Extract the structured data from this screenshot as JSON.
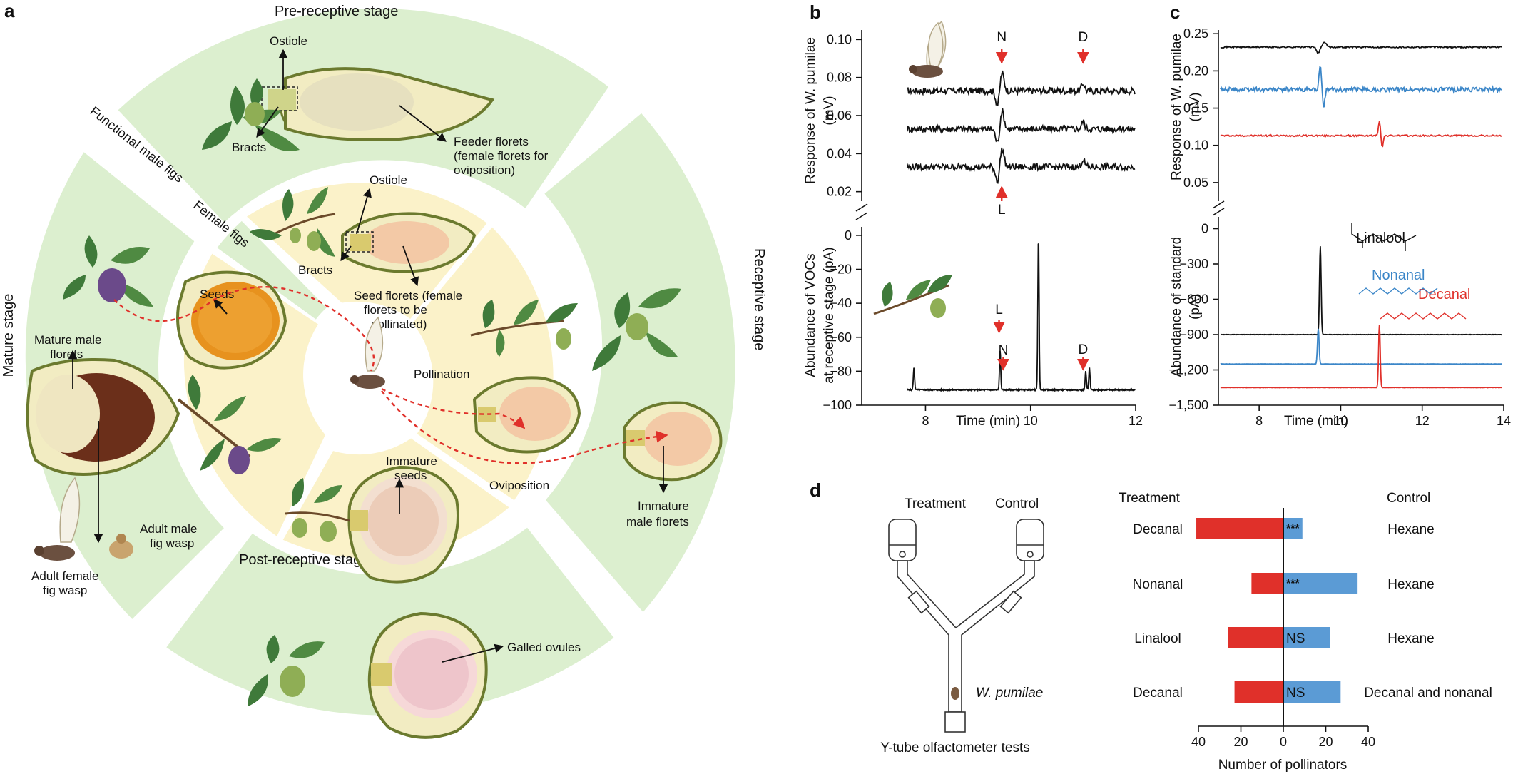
{
  "panel_a": {
    "letter": "a",
    "stages": {
      "pre_receptive": "Pre-receptive stage",
      "receptive": "Receptive stage",
      "post_receptive": "Post-receptive stage",
      "mature": "Mature stage"
    },
    "rings": {
      "functional_male": "Functional male figs",
      "female": "Female figs"
    },
    "labels": {
      "ostiole_top": "Ostiole",
      "bracts_top": "Bracts",
      "feeder_1": "Feeder florets",
      "feeder_2": "(female florets for",
      "feeder_3": "oviposition)",
      "ostiole_mid": "Ostiole",
      "bracts_mid": "Bracts",
      "seed_1": "Seed florets (female",
      "seed_2": "florets to be",
      "seed_3": "pollinated)",
      "seeds": "Seeds",
      "mature_male_1": "Mature male",
      "mature_male_2": "florets",
      "pollination": "Pollination",
      "oviposition": "Oviposition",
      "immature_seeds_1": "Immature",
      "immature_seeds_2": "seeds",
      "immature_male_1": "Immature",
      "immature_male_2": "male florets",
      "adult_male_1": "Adult male",
      "adult_male_2": "fig wasp",
      "adult_female_1": "Adult female",
      "adult_female_2": "fig wasp",
      "galled": "Galled ovules"
    }
  },
  "chart_data": [
    {
      "id": "b",
      "type": "line",
      "upper": {
        "ylabel_1": "Response of W. pumilae",
        "ylabel_2": "(mV)",
        "ylim": [
          0.015,
          0.105
        ],
        "yticks": [
          "0.02",
          "0.04",
          "0.06",
          "0.08",
          "0.10"
        ],
        "series_baselines_mV": [
          0.073,
          0.053,
          0.033
        ],
        "markers": [
          "N",
          "D",
          "L"
        ]
      },
      "lower": {
        "ylabel_1": "Abundance of VOCs",
        "ylabel_2": "at receptive stage (pA)",
        "ylim": [
          -100,
          5
        ],
        "yticks": [
          "0",
          "-20",
          "-40",
          "-60",
          "-80",
          "-100"
        ],
        "peaks": [
          {
            "x": 7.78,
            "y": -78
          },
          {
            "x": 9.42,
            "y": -68
          },
          {
            "x": 10.15,
            "y": 0
          },
          {
            "x": 11.05,
            "y": -80
          },
          {
            "x": 11.12,
            "y": -78
          }
        ],
        "markers": [
          "L",
          "N",
          "D"
        ]
      },
      "xlabel": "Time (min)",
      "xlim": [
        7.6,
        12
      ],
      "xticks": [
        "8",
        "10",
        "12"
      ]
    },
    {
      "id": "c",
      "type": "line",
      "upper": {
        "ylabel_1": "Response of W. pumilae",
        "ylabel_2": "(mV)",
        "ylim": [
          0.025,
          0.255
        ],
        "yticks": [
          "0.05",
          "0.10",
          "0.15",
          "0.20",
          "0.25"
        ],
        "series": [
          {
            "color": "#111111",
            "baseline": 0.232
          },
          {
            "color": "#3b86c8",
            "baseline": 0.175
          },
          {
            "color": "#e0302a",
            "baseline": 0.113
          }
        ]
      },
      "lower": {
        "ylabel_1": "Abundance of standard",
        "ylabel_2": "(pA)",
        "ylim": [
          -1500,
          100
        ],
        "yticks": [
          "0",
          "-300",
          "-600",
          "-900",
          "-1,200",
          "-1,500"
        ],
        "series": [
          {
            "name": "Linalool",
            "color": "#111111",
            "baseline": -900,
            "peak_x": 9.5,
            "peak_y": -150
          },
          {
            "name": "Nonanal",
            "color": "#3b86c8",
            "baseline": -1150,
            "peak_x": 9.45,
            "peak_y": -850
          },
          {
            "name": "Decanal",
            "color": "#e0302a",
            "baseline": -1350,
            "peak_x": 10.95,
            "peak_y": -820
          }
        ]
      },
      "xlabel": "Time (min)",
      "xlim": [
        7,
        14
      ],
      "xticks": [
        "8",
        "10",
        "12",
        "14"
      ]
    },
    {
      "id": "d",
      "type": "bar",
      "treatment_header": "Treatment",
      "control_header": "Control",
      "rows": [
        {
          "treatment": "Decanal",
          "control": "Hexane",
          "treatment_value": 41,
          "control_value": 9,
          "sig": "***"
        },
        {
          "treatment": "Nonanal",
          "control": "Hexane",
          "treatment_value": 15,
          "control_value": 35,
          "sig": "***"
        },
        {
          "treatment": "Linalool",
          "control": "Hexane",
          "treatment_value": 26,
          "control_value": 22,
          "sig": "NS"
        },
        {
          "treatment": "Decanal",
          "control": "Decanal and nonanal",
          "treatment_value": 23,
          "control_value": 27,
          "sig": "NS"
        }
      ],
      "xlabel": "Number of pollinators",
      "xlim": [
        -40,
        40
      ],
      "xticks": [
        "40",
        "20",
        "0",
        "20",
        "40"
      ],
      "colors": {
        "treatment": "#e0302a",
        "control": "#5b9bd5"
      }
    }
  ],
  "panel_d_left": {
    "treatment": "Treatment",
    "control": "Control",
    "insect": "W. pumilae",
    "caption": "Y-tube olfactometer tests"
  },
  "letters": {
    "b": "b",
    "c": "c",
    "d": "d"
  }
}
